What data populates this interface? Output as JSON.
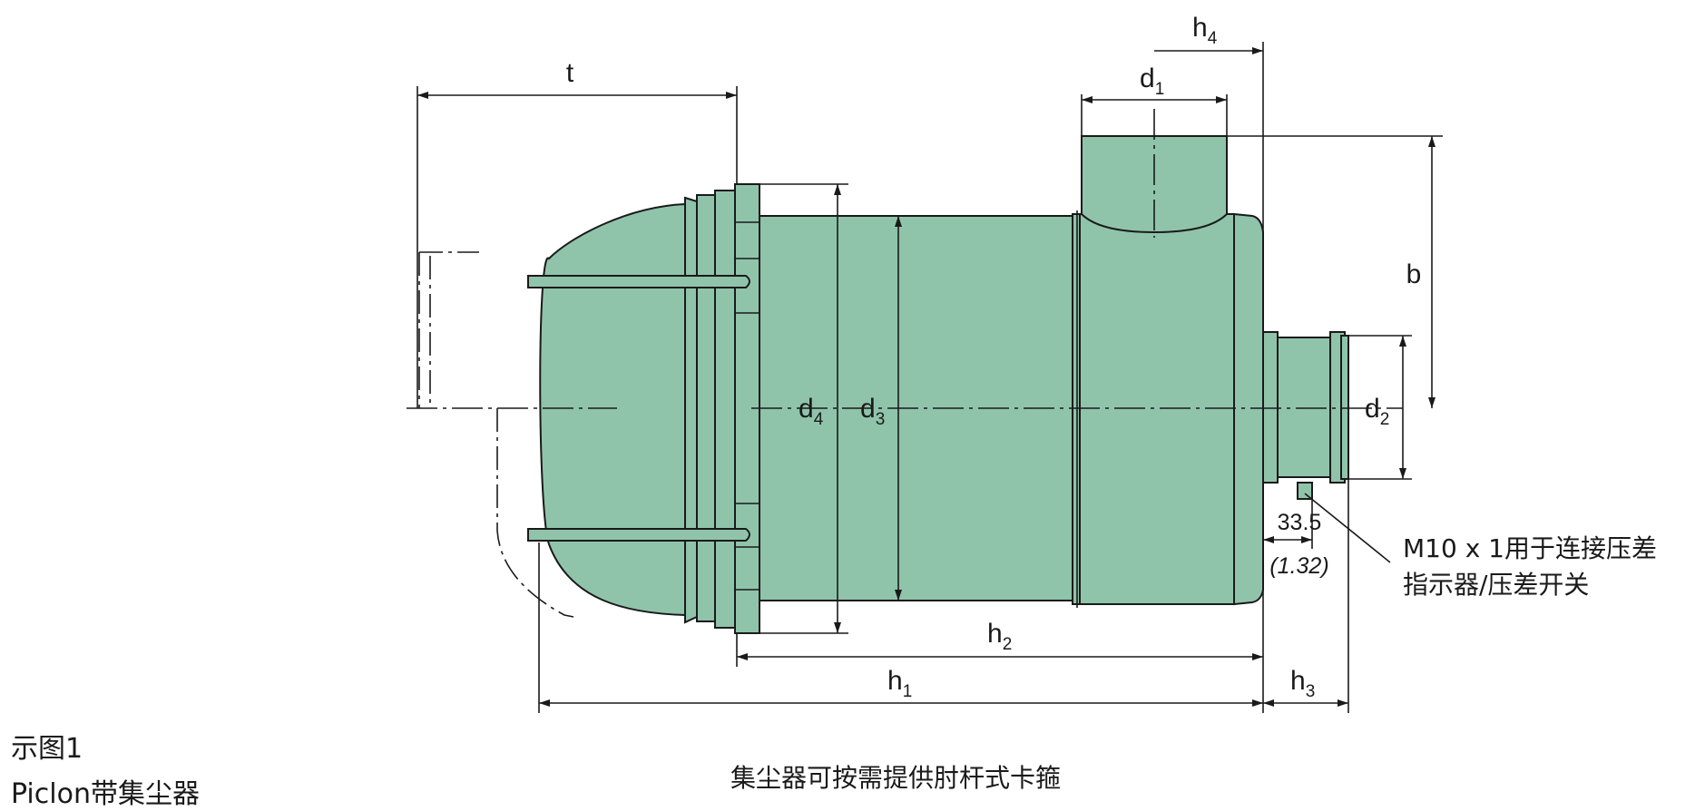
{
  "figure": {
    "title_line1": "示图1",
    "title_line2": "Piclon带集尘器",
    "footnote": "集尘器可按需提供肘杆式卡箍",
    "port_note_line1": "M10 x 1用于连接压差",
    "port_note_line2": "指示器/压差开关"
  },
  "dimensions": {
    "t": "t",
    "b": "b",
    "h_base": "h",
    "h1_sub": "1",
    "h2_sub": "2",
    "h3_sub": "3",
    "h4_sub": "4",
    "d_base": "d",
    "d1_sub": "1",
    "d2_sub": "2",
    "d3_sub": "3",
    "d4_sub": "4",
    "port_offset": "33.5",
    "port_offset_inch": "(1.32)"
  },
  "colors": {
    "housing": "#8fc4ab",
    "line": "#1a1a1a"
  }
}
